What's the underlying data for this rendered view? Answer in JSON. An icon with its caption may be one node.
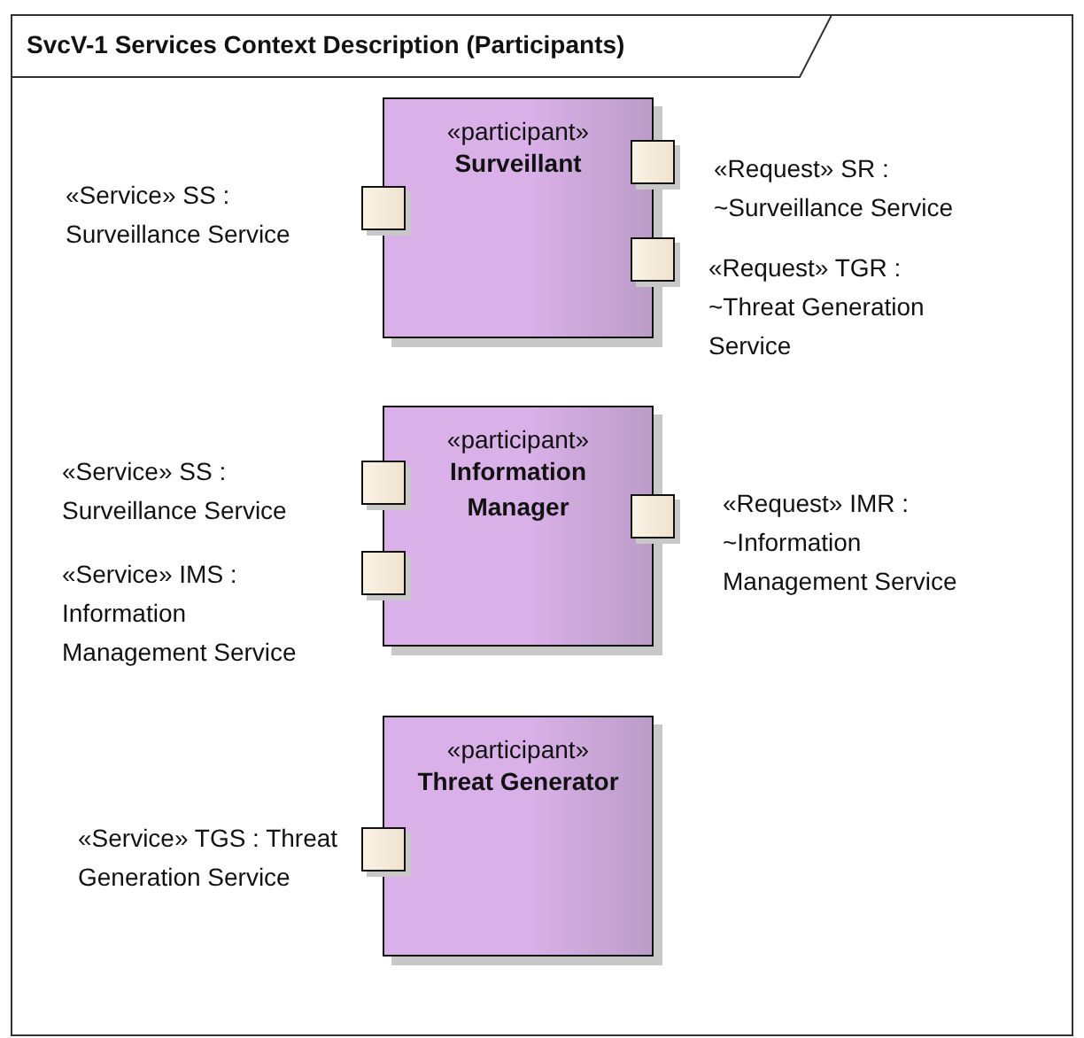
{
  "diagram": {
    "nodes": [
      {
        "text": [
          "SvcV-1 Services Context Description (Participants)"
        ]
      },
      {
        "text": [
          "«participant»",
          "Surveillant"
        ],
        "in": 0
      },
      {
        "text": [],
        "shape": "box",
        "in": 0,
        "beside": [
          "«Service» SS : Surveillance Service"
        ]
      },
      {
        "text": [],
        "shape": "box",
        "in": 0,
        "beside": [
          "«Request» SR : ~Surveillance Service"
        ]
      },
      {
        "text": [],
        "shape": "box",
        "in": 0,
        "beside": [
          "«Request» TGR : ~Threat Generation Service"
        ]
      },
      {
        "text": [
          "«participant»",
          "Information Manager"
        ],
        "in": 0
      },
      {
        "text": [],
        "shape": "box",
        "in": 0,
        "beside": [
          "«Service» SS : Surveillance Service"
        ]
      },
      {
        "text": [],
        "shape": "box",
        "in": 0,
        "beside": [
          "«Service» IMS : Information Management Service"
        ]
      },
      {
        "text": [],
        "shape": "box",
        "in": 0,
        "beside": [
          "«Request» IMR : ~Information Management Service"
        ]
      },
      {
        "text": [
          "«participant»",
          "Threat Generator"
        ],
        "in": 0
      },
      {
        "text": [],
        "shape": "box",
        "in": 0,
        "beside": [
          "«Service» TGS : Threat Generation Service"
        ]
      }
    ],
    "edges": []
  }
}
